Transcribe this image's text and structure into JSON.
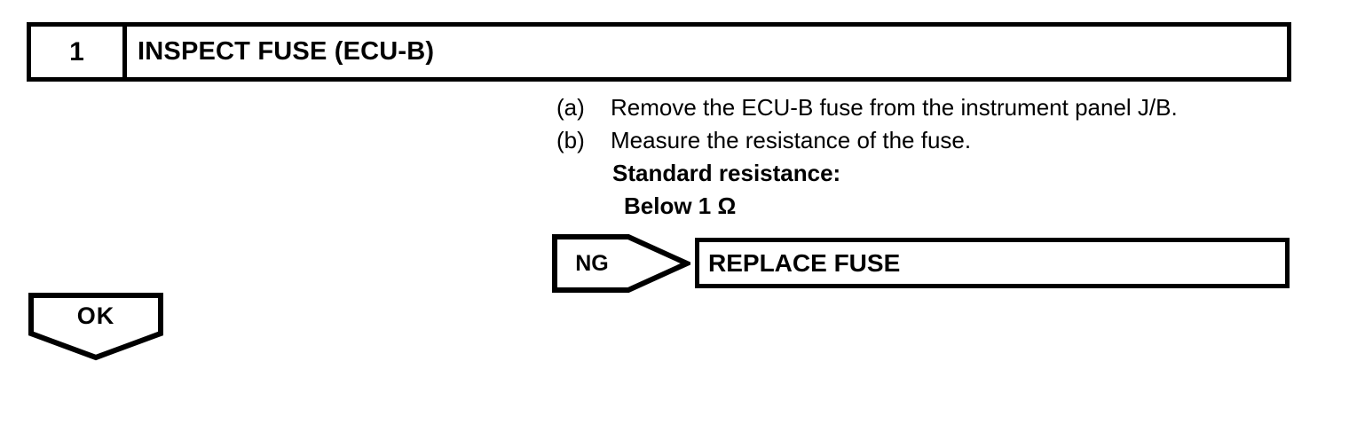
{
  "page": {
    "background_color": "#ffffff",
    "ink_color": "#000000"
  },
  "step_header": {
    "number": "1",
    "title": "INSPECT FUSE (ECU-B)"
  },
  "instructions": [
    {
      "label": "(a)",
      "text": "Remove the ECU-B fuse from the instrument panel J/B."
    },
    {
      "label": "(b)",
      "text": "Measure the resistance of the fuse."
    }
  ],
  "spec": {
    "heading": "Standard resistance:",
    "value": "Below 1 Ω"
  },
  "ng_branch": {
    "label": "NG",
    "action": "REPLACE FUSE"
  },
  "ok_branch": {
    "label": "OK"
  }
}
